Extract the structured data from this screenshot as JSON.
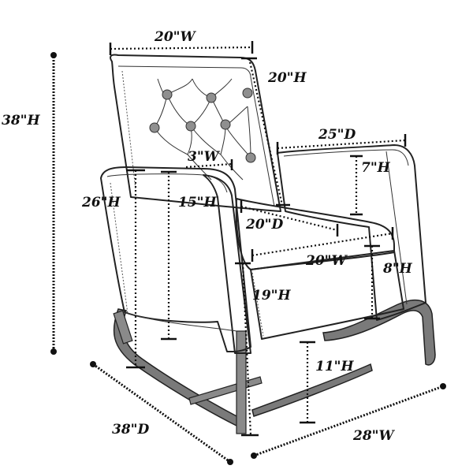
{
  "diagram": {
    "labels": {
      "overall_height": "38\"H",
      "back_width": "20\"W",
      "back_height": "20\"H",
      "seat_depth_top": "25\"D",
      "armrest_width": "3\"W",
      "arm_to_seat_height": "7\"H",
      "arm_height_outer": "26\"H",
      "arm_height_inner": "15\"H",
      "seat_depth": "20\"D",
      "seat_width": "20\"W",
      "seat_height_front": "19\"H",
      "seat_thickness": "8\"H",
      "base_clearance": "11\"H",
      "overall_depth": "38\"D",
      "overall_width": "28\"W"
    }
  }
}
